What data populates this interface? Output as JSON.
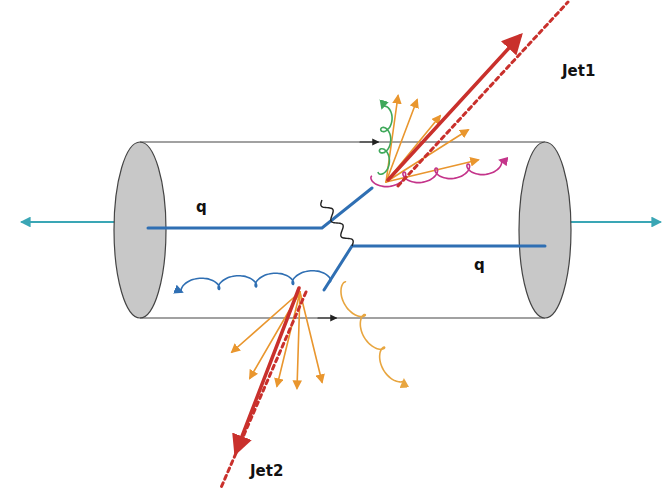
{
  "diagram": {
    "labels": [
      "q",
      "q",
      "Jet1",
      "Jet2"
    ]
  }
}
